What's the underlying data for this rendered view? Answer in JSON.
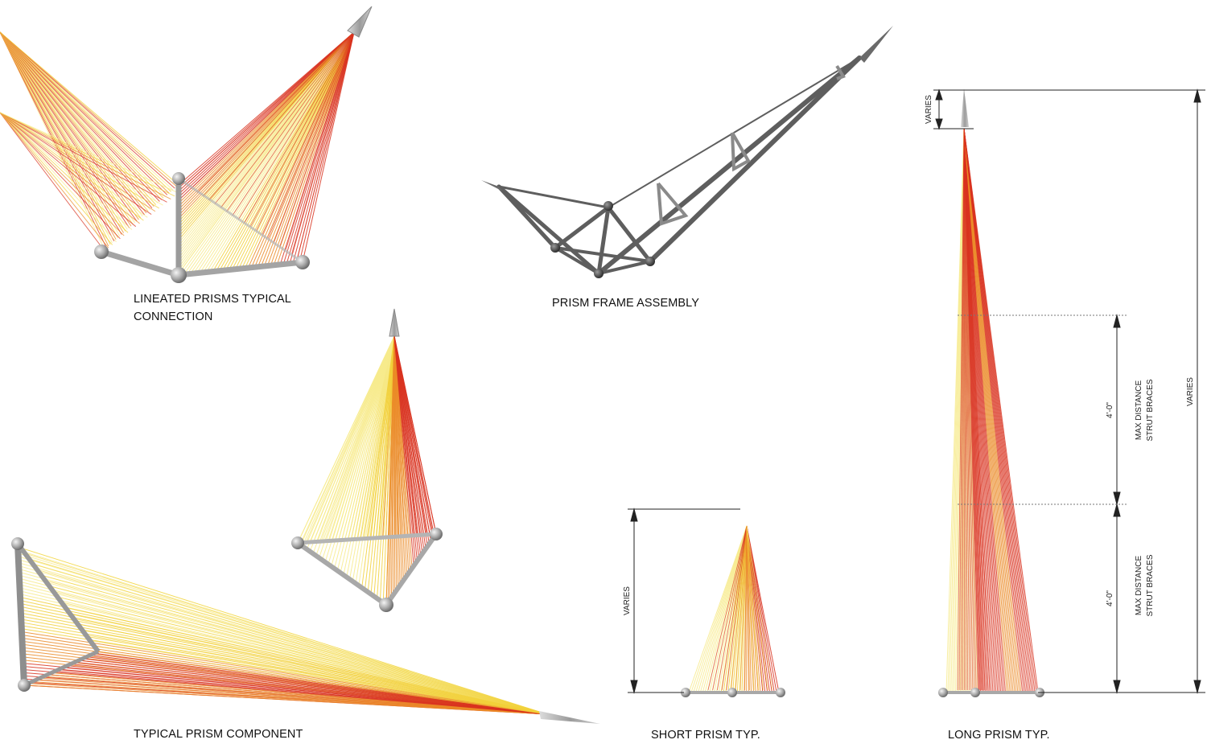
{
  "captions": {
    "connection_line1": "LINEATED PRISMS TYPICAL",
    "connection_line2": "CONNECTION",
    "frame_assembly": "PRISM FRAME ASSEMBLY",
    "typical_component": "TYPICAL PRISM COMPONENT",
    "short_prism": "SHORT PRISM TYP.",
    "long_prism": "LONG PRISM TYP."
  },
  "dimensions": {
    "short_height": "VARIES",
    "long_tip": "VARIES",
    "long_total": "VARIES",
    "brace_spacing_upper": "4'-0\"",
    "brace_spacing_lower": "4'-0\"",
    "brace_note_upper_line1": "MAX DISTANCE",
    "brace_note_upper_line2": "STRUT BRACES",
    "brace_note_lower_line1": "MAX DISTANCE",
    "brace_note_lower_line2": "STRUT BRACES"
  },
  "colors": {
    "string_light": "#f7eb8c",
    "string_yellow": "#f2d13a",
    "string_orange": "#eb8a26",
    "string_red": "#d9321f",
    "frame_grey": "#a8a8a8",
    "frame_dark": "#6a6a6a",
    "dimension_line": "#222222"
  }
}
